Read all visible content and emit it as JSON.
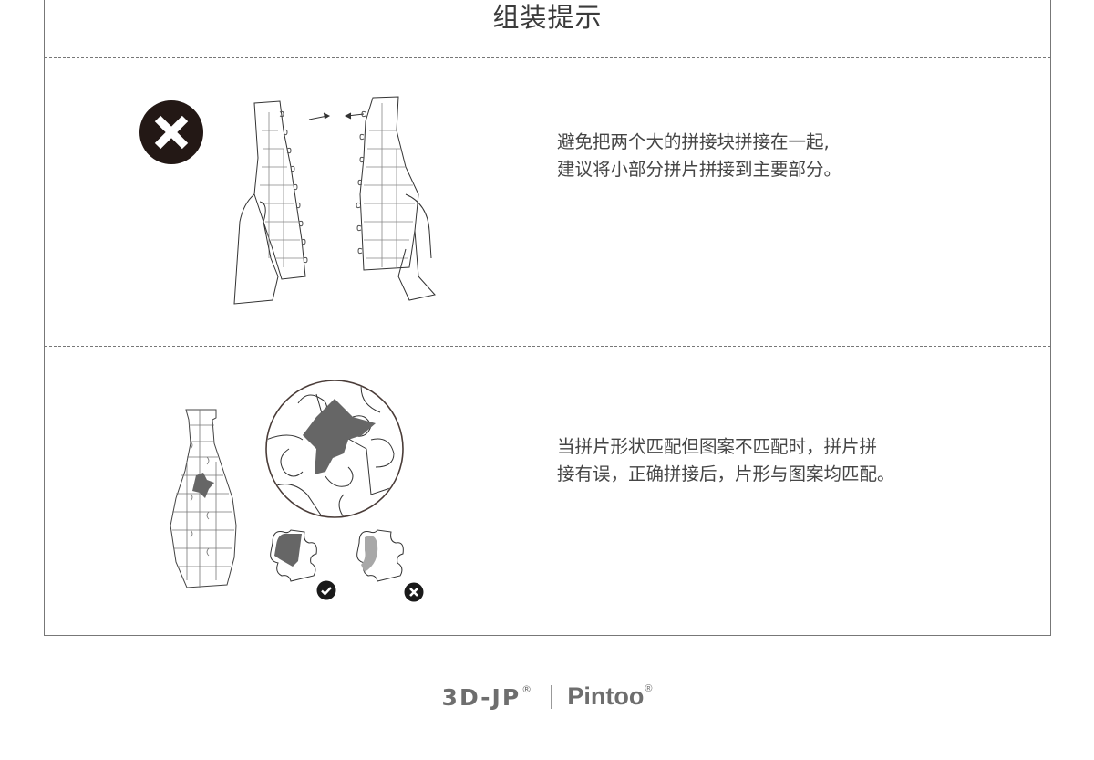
{
  "page": {
    "title": "组装提示"
  },
  "sections": [
    {
      "id": "tip-1",
      "status_icon": "x-circle-icon",
      "illustration": "hands-joining-two-large-vase-puzzle-halves",
      "text_lines": [
        "避免把两个大的拼接块拼接在一起,",
        "建议将小部分拼片拼接到主要部分。"
      ]
    },
    {
      "id": "tip-2",
      "illustration": "vase-puzzle-with-magnified-pattern-piece",
      "badges": [
        {
          "icon": "check-circle-icon",
          "meaning": "correct"
        },
        {
          "icon": "x-circle-icon",
          "meaning": "incorrect"
        }
      ],
      "text_lines": [
        "当拼片形状匹配但图案不匹配时，拼片拼",
        "接有误，正确拼接后，片形与图案均匹配。"
      ]
    }
  ],
  "footer": {
    "brand_1": "3D-JP",
    "brand_2": "Pintoo",
    "registered_mark": "®"
  },
  "colors": {
    "text": "#454545",
    "border": "#777777",
    "icon_dark": "#231815",
    "pattern_dark": "#666666",
    "pattern_light": "#a8a8a8"
  }
}
